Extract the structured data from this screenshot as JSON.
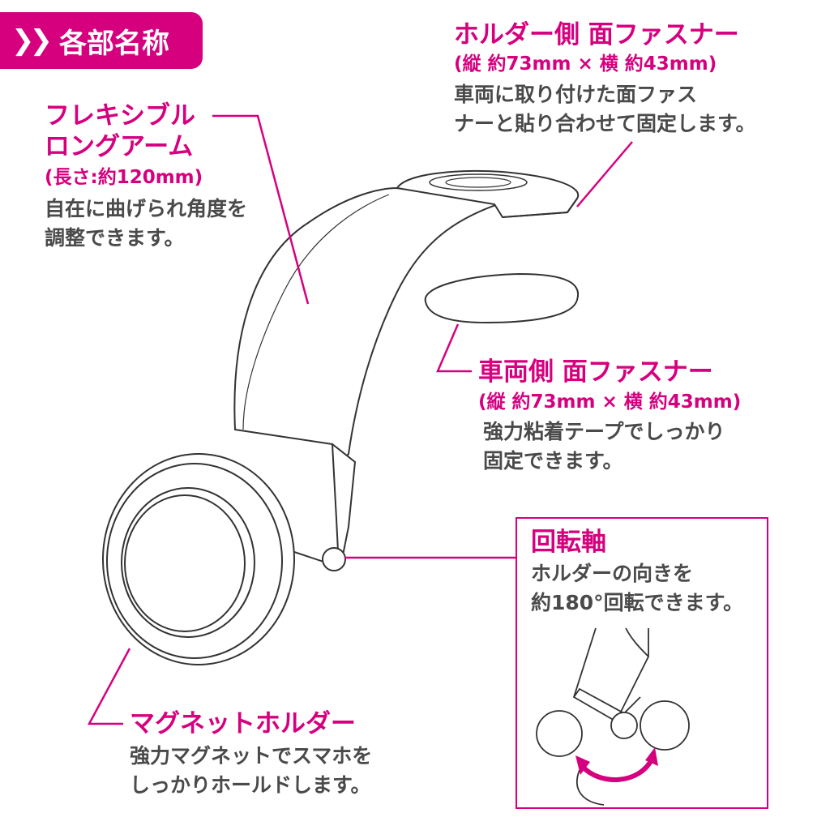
{
  "header": {
    "title": "各部名称",
    "icon": "double-chevron-right-icon"
  },
  "accent_color": "#d6007f",
  "parts": {
    "arm": {
      "title_lines": [
        "フレキシブル",
        "ロングアーム"
      ],
      "spec": "(長さ:約120mm)",
      "desc_lines": [
        "自在に曲げられ角度を",
        "調整できます。"
      ]
    },
    "holder_fastener": {
      "title": "ホルダー側 面ファスナー",
      "spec": "(縦 約73mm × 横 約43mm)",
      "desc_lines": [
        "車両に取り付けた面ファス",
        "ナーと貼り合わせて固定します。"
      ]
    },
    "vehicle_fastener": {
      "title": "車両側 面ファスナー",
      "spec": "(縦 約73mm × 横 約43mm)",
      "desc_lines": [
        "強力粘着テープでしっかり",
        "固定できます。"
      ]
    },
    "rotation_axis": {
      "title": "回転軸",
      "desc_lines": [
        "ホルダーの向きを",
        "約180°回転できます。"
      ]
    },
    "magnet_holder": {
      "title": "マグネットホルダー",
      "desc_lines": [
        "強力マグネットでスマホを",
        "しっかりホールドします。"
      ]
    }
  }
}
